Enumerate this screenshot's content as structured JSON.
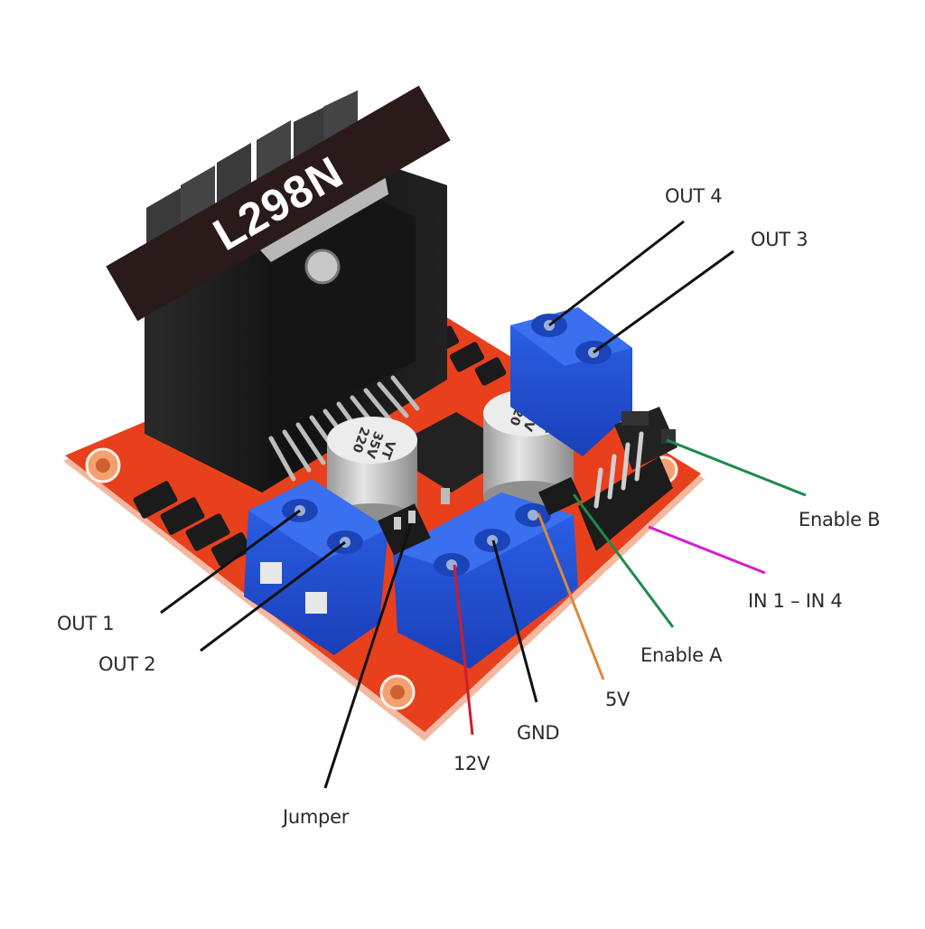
{
  "title": "L298N",
  "module": {
    "capacitor_marking": [
      "220",
      "35V",
      "VT"
    ]
  },
  "labels": {
    "out4": "OUT 4",
    "out3": "OUT 3",
    "out1": "OUT 1",
    "out2": "OUT 2",
    "enable_b": "Enable B",
    "in1_in4": "IN 1 – IN 4",
    "enable_a": "Enable A",
    "v5": "5V",
    "gnd": "GND",
    "v12": "12V",
    "jumper": "Jumper"
  },
  "colors": {
    "pcb": "#e8401c",
    "pcb_edge": "#f4b8a0",
    "terminal": "#1f4fd6",
    "heatsink": "#1a1a1a",
    "line_black": "#111111",
    "line_green": "#1f8a4c",
    "line_magenta": "#d21fd2",
    "line_orange": "#d98a3a",
    "line_red": "#d01c2c"
  }
}
